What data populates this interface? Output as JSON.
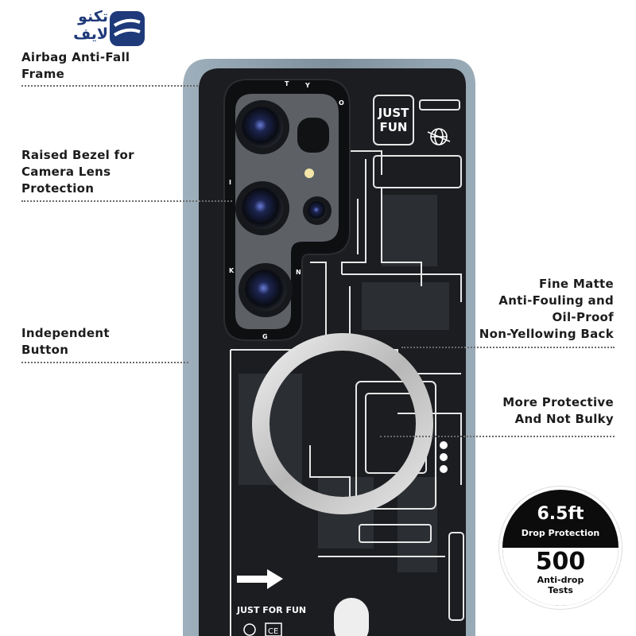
{
  "logo": {
    "text_line1": "تکنو",
    "text_line2": "لایف",
    "brand_color": "#1f3a7a",
    "icon": "techno-life-logo-icon"
  },
  "labels": {
    "airbag": [
      "Airbag Anti-Fall",
      "Frame"
    ],
    "bezel": [
      "Raised Bezel for",
      "Camera Lens",
      "Protection"
    ],
    "button": [
      "Independent",
      "Button"
    ],
    "matte": [
      "Fine Matte",
      "Anti-Fouling and",
      "Oil-Proof",
      "Non-Yellowing Back"
    ],
    "protective": [
      "More Protective",
      "And Not Bulky"
    ]
  },
  "case_print": {
    "brand_line1": "JUST",
    "brand_line2": "FUN",
    "footer": "JUST FOR FUN",
    "ce_mark": "CE",
    "lens_ring_letters": [
      "T",
      "Y",
      "O",
      "I",
      "K",
      "N",
      "G"
    ]
  },
  "badge": {
    "drop_height": "6.5ft",
    "drop_label": "Drop Protection",
    "tests_count": "500",
    "tests_label_1": "Anti-drop",
    "tests_label_2": "Tests"
  },
  "colors": {
    "case_frame": "#8a9aa7",
    "case_back": "#1b1d20",
    "circuit_line": "#e8e8e8",
    "magsafe_ring": "#c9c9c9"
  }
}
